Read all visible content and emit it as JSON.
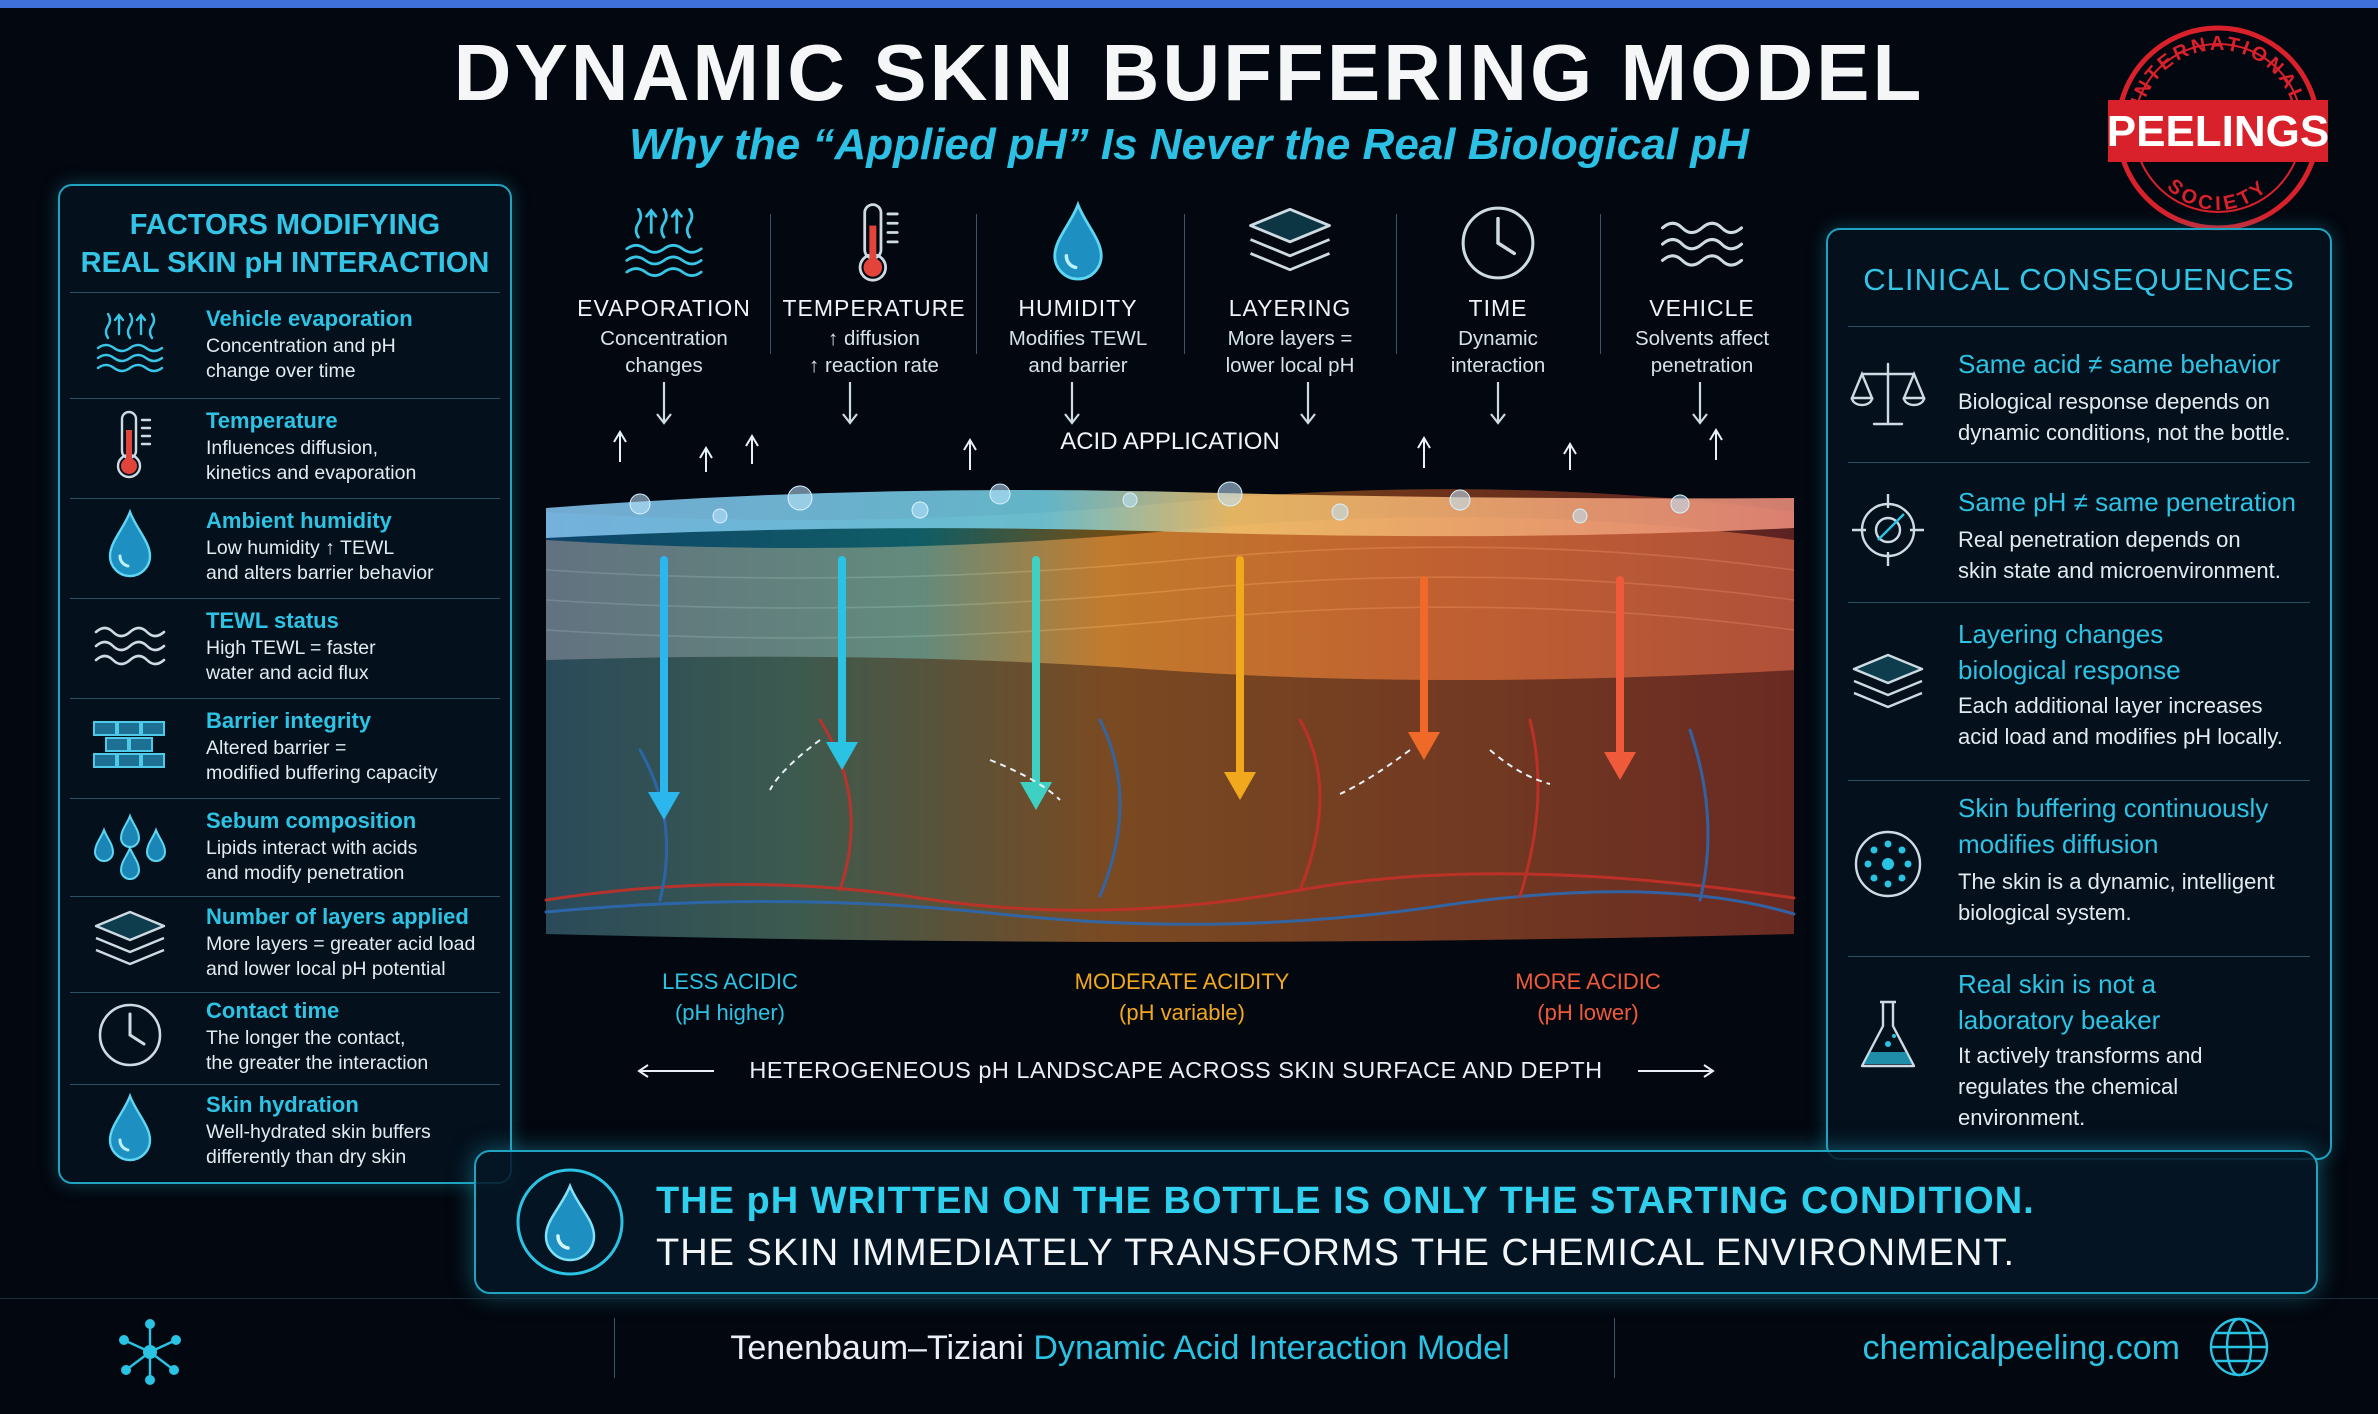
{
  "title": "DYNAMIC SKIN BUFFERING MODEL",
  "subtitle": "Why the “Applied pH” Is Never the Real Biological pH",
  "seal": {
    "top": "INTERNATIONAL",
    "main": "PEELINGS",
    "bottom": "SOCIETY"
  },
  "left_panel": {
    "title_line1": "FACTORS MODIFYING",
    "title_line2": "REAL SKIN pH INTERACTION",
    "items": [
      {
        "icon": "evaporation-icon",
        "head": "Vehicle evaporation",
        "line1": "Concentration and pH",
        "line2": "change over time"
      },
      {
        "icon": "thermometer-icon",
        "head": "Temperature",
        "line1": "Influences diffusion,",
        "line2": "kinetics and evaporation"
      },
      {
        "icon": "droplet-icon",
        "head": "Ambient humidity",
        "line1": "Low humidity ↑ TEWL",
        "line2": "and alters barrier behavior"
      },
      {
        "icon": "waves-icon",
        "head": "TEWL status",
        "line1": "High TEWL = faster",
        "line2": "water and acid flux"
      },
      {
        "icon": "brick-wall-icon",
        "head": "Barrier integrity",
        "line1": "Altered barrier =",
        "line2": "modified buffering capacity"
      },
      {
        "icon": "droplets-icon",
        "head": "Sebum composition",
        "line1": "Lipids interact with acids",
        "line2": "and modify penetration"
      },
      {
        "icon": "layers-icon",
        "head": "Number of layers applied",
        "line1": "More layers = greater acid load",
        "line2": "and lower local pH potential"
      },
      {
        "icon": "clock-icon",
        "head": "Contact time",
        "line1": "The longer the contact,",
        "line2": "the greater the interaction"
      },
      {
        "icon": "droplet-icon",
        "head": "Skin hydration",
        "line1": "Well-hydrated skin buffers",
        "line2": "differently than dry skin"
      }
    ]
  },
  "factors": [
    {
      "icon": "evaporation-icon",
      "title": "EVAPORATION",
      "line1": "Concentration",
      "line2": "changes"
    },
    {
      "icon": "thermometer-icon",
      "title": "TEMPERATURE",
      "line1": "↑ diffusion",
      "line2": "↑ reaction rate"
    },
    {
      "icon": "droplet-icon",
      "title": "HUMIDITY",
      "line1": "Modifies TEWL",
      "line2": "and barrier"
    },
    {
      "icon": "layers-icon",
      "title": "LAYERING",
      "line1": "More layers =",
      "line2": "lower local pH"
    },
    {
      "icon": "clock-icon",
      "title": "TIME",
      "line1": "Dynamic",
      "line2": "interaction"
    },
    {
      "icon": "waves-icon",
      "title": "VEHICLE",
      "line1": "Solvents affect",
      "line2": "penetration"
    }
  ],
  "acid_application": "ACID APPLICATION",
  "zones": [
    {
      "line1": "LESS ACIDIC",
      "line2": "(pH higher)",
      "color": "#2bc3e4"
    },
    {
      "line1": "MODERATE ACIDITY",
      "line2": "(pH variable)",
      "color": "#f2a81d"
    },
    {
      "line1": "MORE ACIDIC",
      "line2": "(pH lower)",
      "color": "#ee5a3a"
    }
  ],
  "landscape": "HETEROGENEOUS pH LANDSCAPE ACROSS SKIN SURFACE AND DEPTH",
  "right_panel": {
    "title": "CLINICAL CONSEQUENCES",
    "items": [
      {
        "icon": "scale-icon",
        "head1": "Same acid ≠ same behavior",
        "head2": "",
        "line1": "Biological response depends on",
        "line2": "dynamic conditions, not the bottle.",
        "line3": ""
      },
      {
        "icon": "target-icon",
        "head1": "Same pH ≠ same penetration",
        "head2": "",
        "line1": "Real penetration depends on",
        "line2": "skin state and microenvironment.",
        "line3": ""
      },
      {
        "icon": "layers-icon",
        "head1": "Layering changes",
        "head2": "biological response",
        "line1": "Each additional layer increases",
        "line2": "acid load and modifies pH locally.",
        "line3": ""
      },
      {
        "icon": "molecule-icon",
        "head1": "Skin buffering continuously",
        "head2": "modifies diffusion",
        "line1": "The skin is a dynamic, intelligent",
        "line2": "biological system.",
        "line3": ""
      },
      {
        "icon": "flask-icon",
        "head1": "Real skin is not a",
        "head2": "laboratory beaker",
        "line1": "It actively transforms and",
        "line2": "regulates the chemical",
        "line3": "environment."
      }
    ]
  },
  "banner": {
    "line1": "THE pH WRITTEN ON THE BOTTLE IS ONLY THE STARTING CONDITION.",
    "line2": "THE SKIN IMMEDIATELY TRANSFORMS THE CHEMICAL ENVIRONMENT."
  },
  "footer": {
    "authors": "Tenenbaum–Tiziani",
    "model": "Dynamic Acid Interaction Model",
    "url": "chemicalpeeling.com"
  },
  "colors": {
    "accent": "#2bc3e4",
    "moderate": "#f2a81d",
    "acidic": "#ee5a3a",
    "background": "#03070f"
  }
}
